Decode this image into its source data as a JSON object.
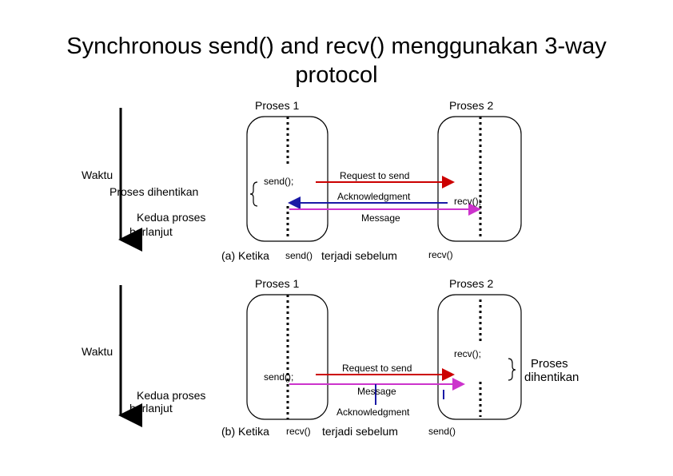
{
  "title_line1": "Synchronous send() and recv() menggunakan 3-way",
  "title_line2": "protocol",
  "colors": {
    "request": "#cc0000",
    "ack": "#1a1aa6",
    "message": "#cc33cc",
    "axis": "#000000"
  },
  "diagram_a": {
    "proses1": "Proses 1",
    "proses2": "Proses 2",
    "waktu": "Waktu",
    "blocked_label": "Proses dihentikan",
    "resume_label_1": "Kedua proses",
    "resume_label_2": "berlanjut",
    "send_call": "send();",
    "recv_call": "recv();",
    "request": "Request to send",
    "ack": "Acknowledgment",
    "message": "Message",
    "caption_prefix": "(a) Ketika",
    "caption_fn1": "send()",
    "caption_mid": "terjadi sebelum",
    "caption_fn2": "recv()"
  },
  "diagram_b": {
    "proses1": "Proses 1",
    "proses2": "Proses 2",
    "waktu": "Waktu",
    "blocked_label_1": "Proses",
    "blocked_label_2": "dihentikan",
    "resume_label_1": "Kedua proses",
    "resume_label_2": "berlanjut",
    "send_call": "send();",
    "recv_call": "recv();",
    "request": "Request to send",
    "ack": "Acknowledgment",
    "message": "Message",
    "caption_prefix": "(b) Ketika",
    "caption_fn1": "recv()",
    "caption_mid": "terjadi sebelum",
    "caption_fn2": "send()"
  }
}
